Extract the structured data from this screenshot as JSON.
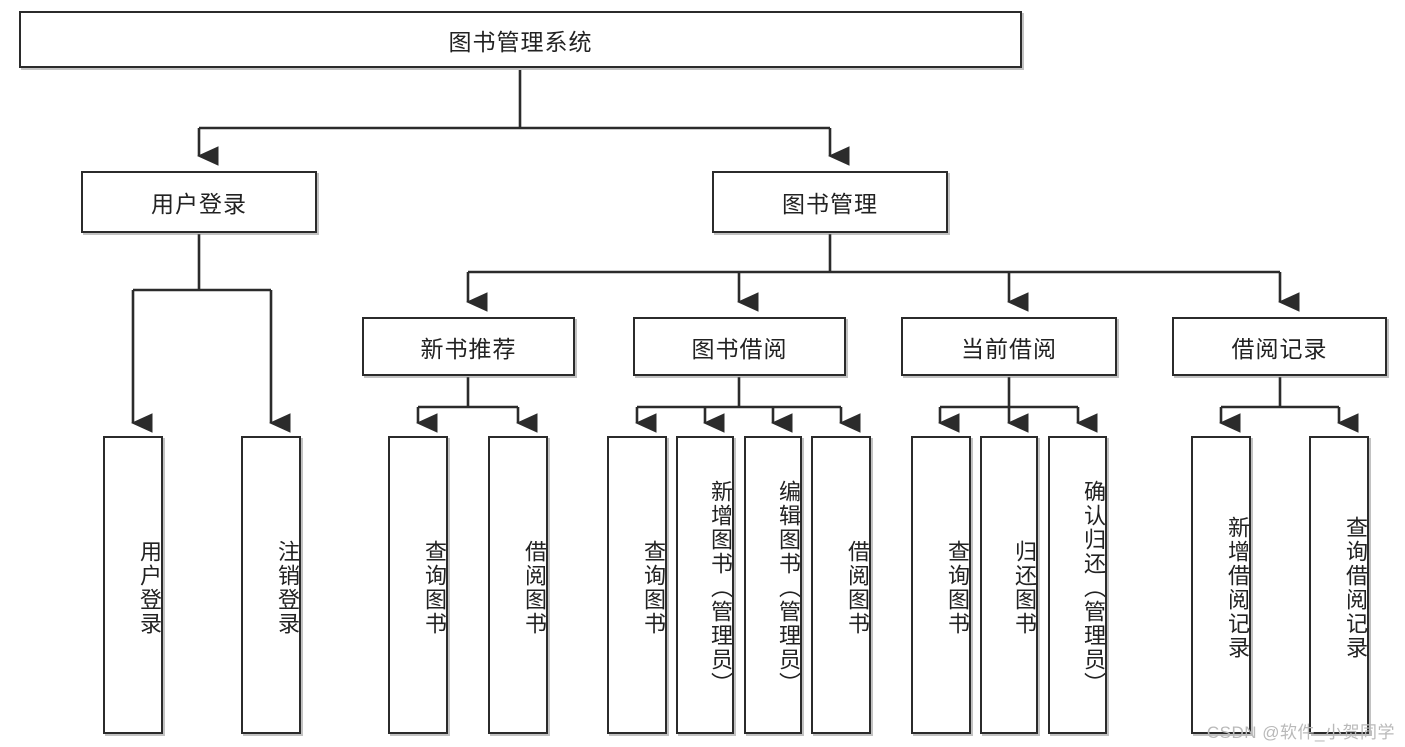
{
  "diagram": {
    "title": "图书管理系统",
    "type": "tree",
    "root": {
      "label": "图书管理系统"
    },
    "level1": [
      {
        "label": "用户登录"
      },
      {
        "label": "图书管理"
      }
    ],
    "level2": [
      {
        "label": "新书推荐",
        "parent": "图书管理"
      },
      {
        "label": "图书借阅",
        "parent": "图书管理"
      },
      {
        "label": "当前借阅",
        "parent": "图书管理"
      },
      {
        "label": "借阅记录",
        "parent": "图书管理"
      }
    ],
    "leaves": {
      "user_login": [
        {
          "label": "用户登录"
        },
        {
          "label": "注销登录"
        }
      ],
      "new_book_recommend": [
        {
          "label": "查询图书"
        },
        {
          "label": "借阅图书"
        }
      ],
      "book_borrow": [
        {
          "label": "查询图书"
        },
        {
          "label": "新增图书（管理员）"
        },
        {
          "label": "编辑图书（管理员）"
        },
        {
          "label": "借阅图书"
        }
      ],
      "current_borrow": [
        {
          "label": "查询图书"
        },
        {
          "label": "归还图书"
        },
        {
          "label": "确认归还（管理员）"
        }
      ],
      "borrow_record": [
        {
          "label": "新增借阅记录"
        },
        {
          "label": "查询借阅记录"
        }
      ]
    }
  },
  "watermark": {
    "text": "CSDN @软件_小贺同学"
  },
  "colors": {
    "stroke": "#2b2b2b",
    "fill": "#ffffff",
    "text": "#222222",
    "watermark": "#b9b9b9"
  }
}
